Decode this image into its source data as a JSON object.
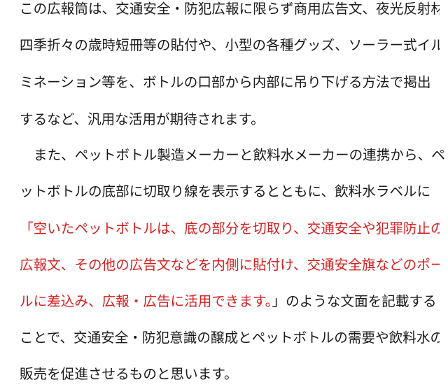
{
  "document": {
    "paragraph1": [
      "この広報筒は、交通安全・防犯広報に限らず商用広告文、夜光反射材、",
      "四季折々の歳時短冊等の貼付や、小型の各種グッズ、ソーラー式イル",
      "ミネーション等を、ボトルの口部から内部に吊り下げる方法で掲出",
      "するなど、汎用な活用が期待されます。"
    ],
    "paragraph2": {
      "line1": "また、ペットボトル製造メーカーと飲料水メーカーの連携から、ペ",
      "line2": "ットボトルの底部に切取り線を表示するとともに、飲料水ラベルに",
      "red_line1": "「空いたペットボトルは、底の部分を切取り、交通安全や犯罪防止の",
      "red_line2": "広報文、その他の広告文などを内側に貼付け、交通安全旗などのポー",
      "red_line3": "ルに差込み、広報・広告に活用できます。",
      "line3_suffix": "」のような文面を記載する",
      "line4": "ことで、交通安全・防犯意識の醸成とペットボトルの需要や飲料水の",
      "line5": "販売を促進させるものと思います。"
    }
  }
}
